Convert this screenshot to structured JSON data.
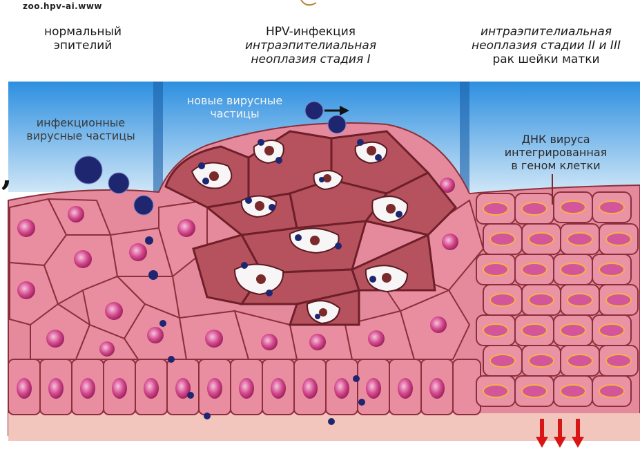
{
  "watermark": "zoo.hpv-ai.www",
  "comma_glyph": ",",
  "headers": {
    "col1": [
      "нормальный",
      "эпителий"
    ],
    "col2_line1": "HPV-инфекция",
    "col2_line2": "интраэпителиальная",
    "col2_line3": "неоплазия стадия I",
    "col3_line1": "интраэпителиальная",
    "col3_line2": "неоплазия стадии II и III",
    "col3_line3": "рак шейки матки"
  },
  "labels": {
    "infectious": [
      "инфекционные",
      "вирусные частицы"
    ],
    "new_particles": [
      "новые вирусные",
      "частицы"
    ],
    "dna": [
      "ДНК вируса",
      "интегрированная",
      "в геном клетки"
    ]
  },
  "colors": {
    "sky_top": "#2d8fe0",
    "sky_bottom": "#cfe6f7",
    "cell_pink": "#e7889a",
    "cell_dark": "#b8545f",
    "nucleus": "#c4357a",
    "virus": "#1f2670",
    "arrow_red": "#d81616"
  }
}
